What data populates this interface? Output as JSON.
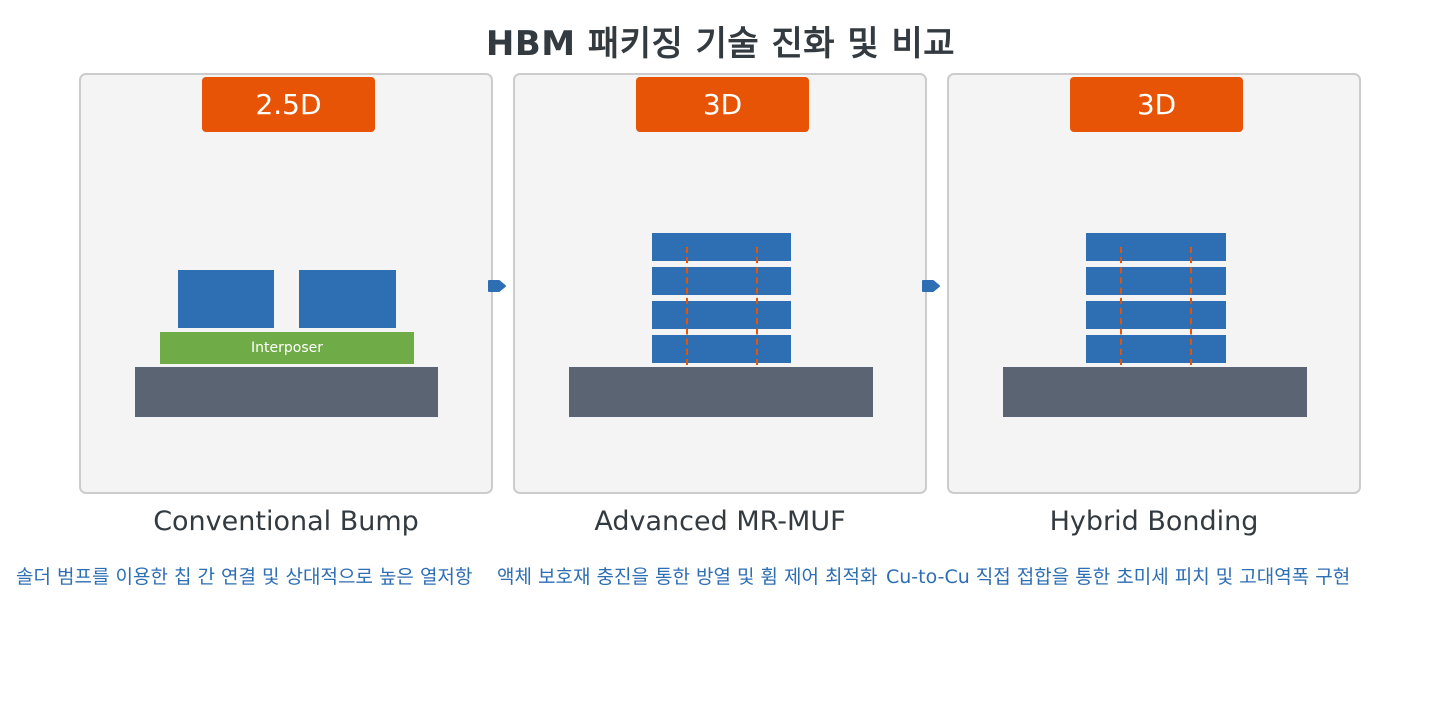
{
  "title": "HBM 패키징 기술 진화 및 비교",
  "colors": {
    "badge": "#e85405",
    "chip": "#2e6eb3",
    "substrate": "#5a6472",
    "interposer": "#6fac47",
    "panel_bg": "#f4f4f4",
    "description": "#2e6eb3"
  },
  "panels": [
    {
      "badge": "2.5D",
      "label": "Conventional Bump",
      "interposer_label": "Interposer",
      "description": "솔더 범프를 이용한 칩 간 연결 및 상대적으로 높은 열저항"
    },
    {
      "badge": "3D",
      "label": "Advanced MR-MUF",
      "description": "액체 보호재 충진을 통한 방열 및 휨 제어 최적화"
    },
    {
      "badge": "3D",
      "label": "Hybrid Bonding",
      "description": "Cu-to-Cu 직접 접합을 통한 초미세 피치 및 고대역폭 구현"
    }
  ],
  "icons": [
    "arrow-right-icon",
    "arrow-right-icon"
  ]
}
